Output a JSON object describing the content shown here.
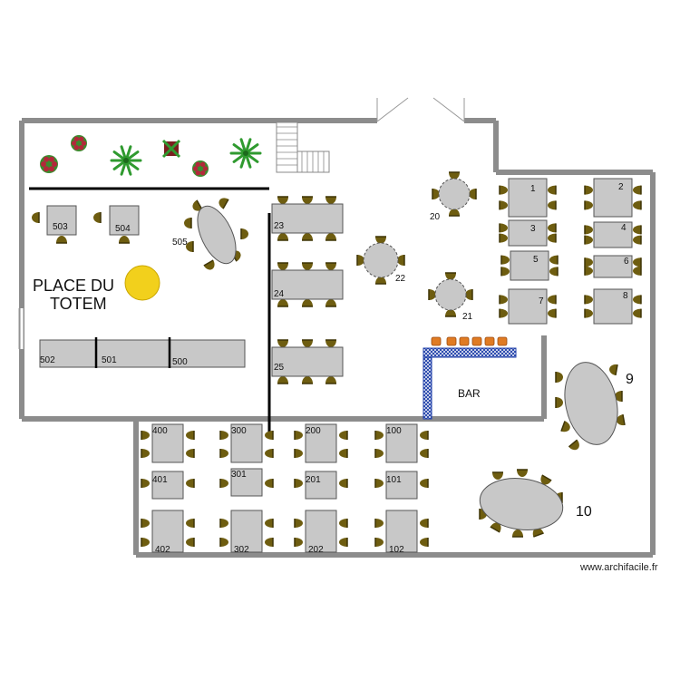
{
  "place_label": {
    "line1": "PLACE DU",
    "line2": "TOTEM"
  },
  "bar_label": "BAR",
  "watermark": "www.archifacile.fr",
  "colors": {
    "wall": "#8c8c8c",
    "table": "#c8c8c8",
    "chair": "#6e5d10",
    "totem": "#f2d01c",
    "bar_counter": "#1e3ea8",
    "stool": "#e07b23",
    "plant": "#2e8b2e"
  },
  "tables": [
    {
      "label": "503"
    },
    {
      "label": "504"
    },
    {
      "label": "505"
    },
    {
      "label": "502"
    },
    {
      "label": "501"
    },
    {
      "label": "500"
    },
    {
      "label": "23"
    },
    {
      "label": "24"
    },
    {
      "label": "25"
    },
    {
      "label": "22"
    },
    {
      "label": "20"
    },
    {
      "label": "21"
    },
    {
      "label": "1"
    },
    {
      "label": "2"
    },
    {
      "label": "3"
    },
    {
      "label": "4"
    },
    {
      "label": "5"
    },
    {
      "label": "6"
    },
    {
      "label": "7"
    },
    {
      "label": "8"
    },
    {
      "label": "9"
    },
    {
      "label": "10"
    },
    {
      "label": "400"
    },
    {
      "label": "300"
    },
    {
      "label": "200"
    },
    {
      "label": "100"
    },
    {
      "label": "401"
    },
    {
      "label": "301"
    },
    {
      "label": "201"
    },
    {
      "label": "101"
    },
    {
      "label": "402"
    },
    {
      "label": "302"
    },
    {
      "label": "202"
    },
    {
      "label": "102"
    }
  ]
}
